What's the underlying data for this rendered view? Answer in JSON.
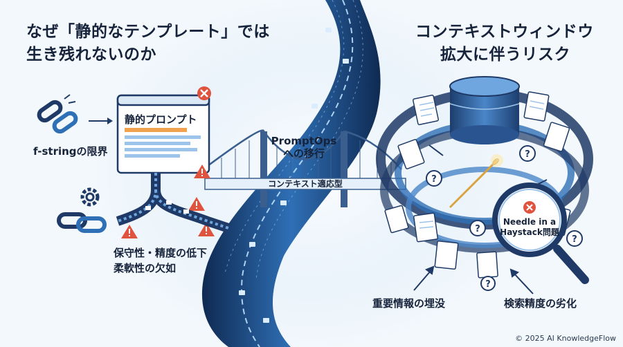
{
  "left": {
    "heading_line1": "なぜ「静的なテンプレート」では",
    "heading_line2": "生き残れないのか",
    "window_title": "静的プロンプト",
    "fstring_label": "f-stringの限界",
    "issue_line1": "保守性・精度の低下",
    "issue_line2": "柔軟性の欠如"
  },
  "center": {
    "bridge_line1": "PromptOps",
    "bridge_line2": "への移行",
    "road_sign": "コンテキスト適応型"
  },
  "right": {
    "heading_line1": "コンテキストウィンドウ",
    "heading_line2": "拡大に伴うリスク",
    "magnifier_line1": "Needle in a",
    "magnifier_line2": "Haystack問題",
    "label_buried": "重要情報の埋没",
    "label_search": "検索精度の劣化"
  },
  "footer": {
    "copyright": "© 2025 AI KnowledgeFlow"
  },
  "colors": {
    "navy": "#1f3a66",
    "blue": "#2f6fb5",
    "light_blue": "#9cc3ea",
    "warning": "#e0533e",
    "background": "#f3f8fc"
  }
}
